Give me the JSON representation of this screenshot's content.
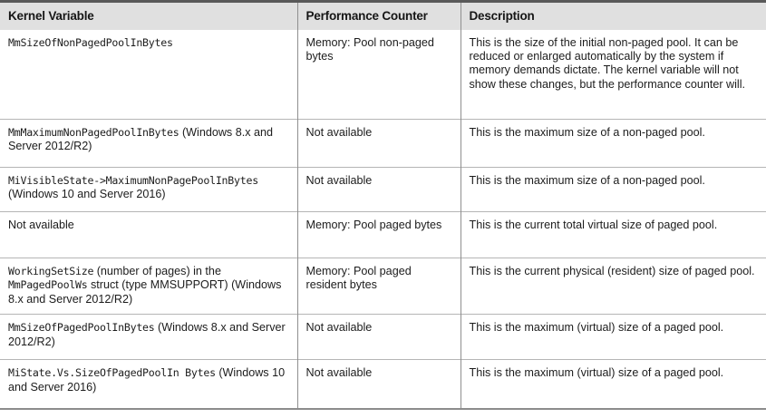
{
  "table": {
    "headers": [
      {
        "label": "Kernel Variable"
      },
      {
        "label": "Performance Counter"
      },
      {
        "label": "Description"
      }
    ],
    "rows": [
      {
        "kernel_mono": "MmSizeOfNonPagedPoolInBytes",
        "kernel_prop": "",
        "kernel_mono2": "",
        "kernel_prop2": "",
        "counter": "Memory: Pool non-paged bytes",
        "description": "This is the size of the initial non-paged pool. It can be reduced or enlarged automatically by the system if memory demands dictate. The kernel variable will not show these changes, but the performance counter will."
      },
      {
        "kernel_mono": "MmMaximumNonPagedPoolInBytes",
        "kernel_prop": " (Windows 8.x and Server 2012/R2)",
        "kernel_mono2": "",
        "kernel_prop2": "",
        "counter": "Not available",
        "description": "This is the maximum size of a non-paged pool."
      },
      {
        "kernel_mono": "MiVisibleState->MaximumNonPagePoolInBytes",
        "kernel_prop": " (Windows 10 and Server 2016)",
        "kernel_mono2": "",
        "kernel_prop2": "",
        "counter": "Not available",
        "description": "This is the maximum size of a non-paged pool."
      },
      {
        "kernel_mono": "",
        "kernel_prop": "Not available",
        "kernel_mono2": "",
        "kernel_prop2": "",
        "counter": "Memory: Pool paged bytes",
        "description": "This is the current total virtual size of paged pool."
      },
      {
        "kernel_mono": "WorkingSetSize",
        "kernel_prop": " (number of pages) in the ",
        "kernel_mono2": "MmPagedPoolWs",
        "kernel_prop2": " struct (type MMSUPPORT) (Windows 8.x and Server 2012/R2)",
        "counter": "Memory: Pool paged resident bytes",
        "description": "This is the current physical (resident) size of paged pool."
      },
      {
        "kernel_mono": "MmSizeOfPagedPoolInBytes",
        "kernel_prop": " (Windows 8.x and Server 2012/R2)",
        "kernel_mono2": "",
        "kernel_prop2": "",
        "counter": "Not available",
        "description": "This is the maximum (virtual) size of a paged pool."
      },
      {
        "kernel_mono": "MiState.Vs.SizeOfPagedPoolIn Bytes",
        "kernel_prop": " (Windows 10 and Server 2016)",
        "kernel_mono2": "",
        "kernel_prop2": "",
        "counter": "Not available",
        "description": "This is the maximum (virtual) size of a paged pool."
      }
    ]
  }
}
